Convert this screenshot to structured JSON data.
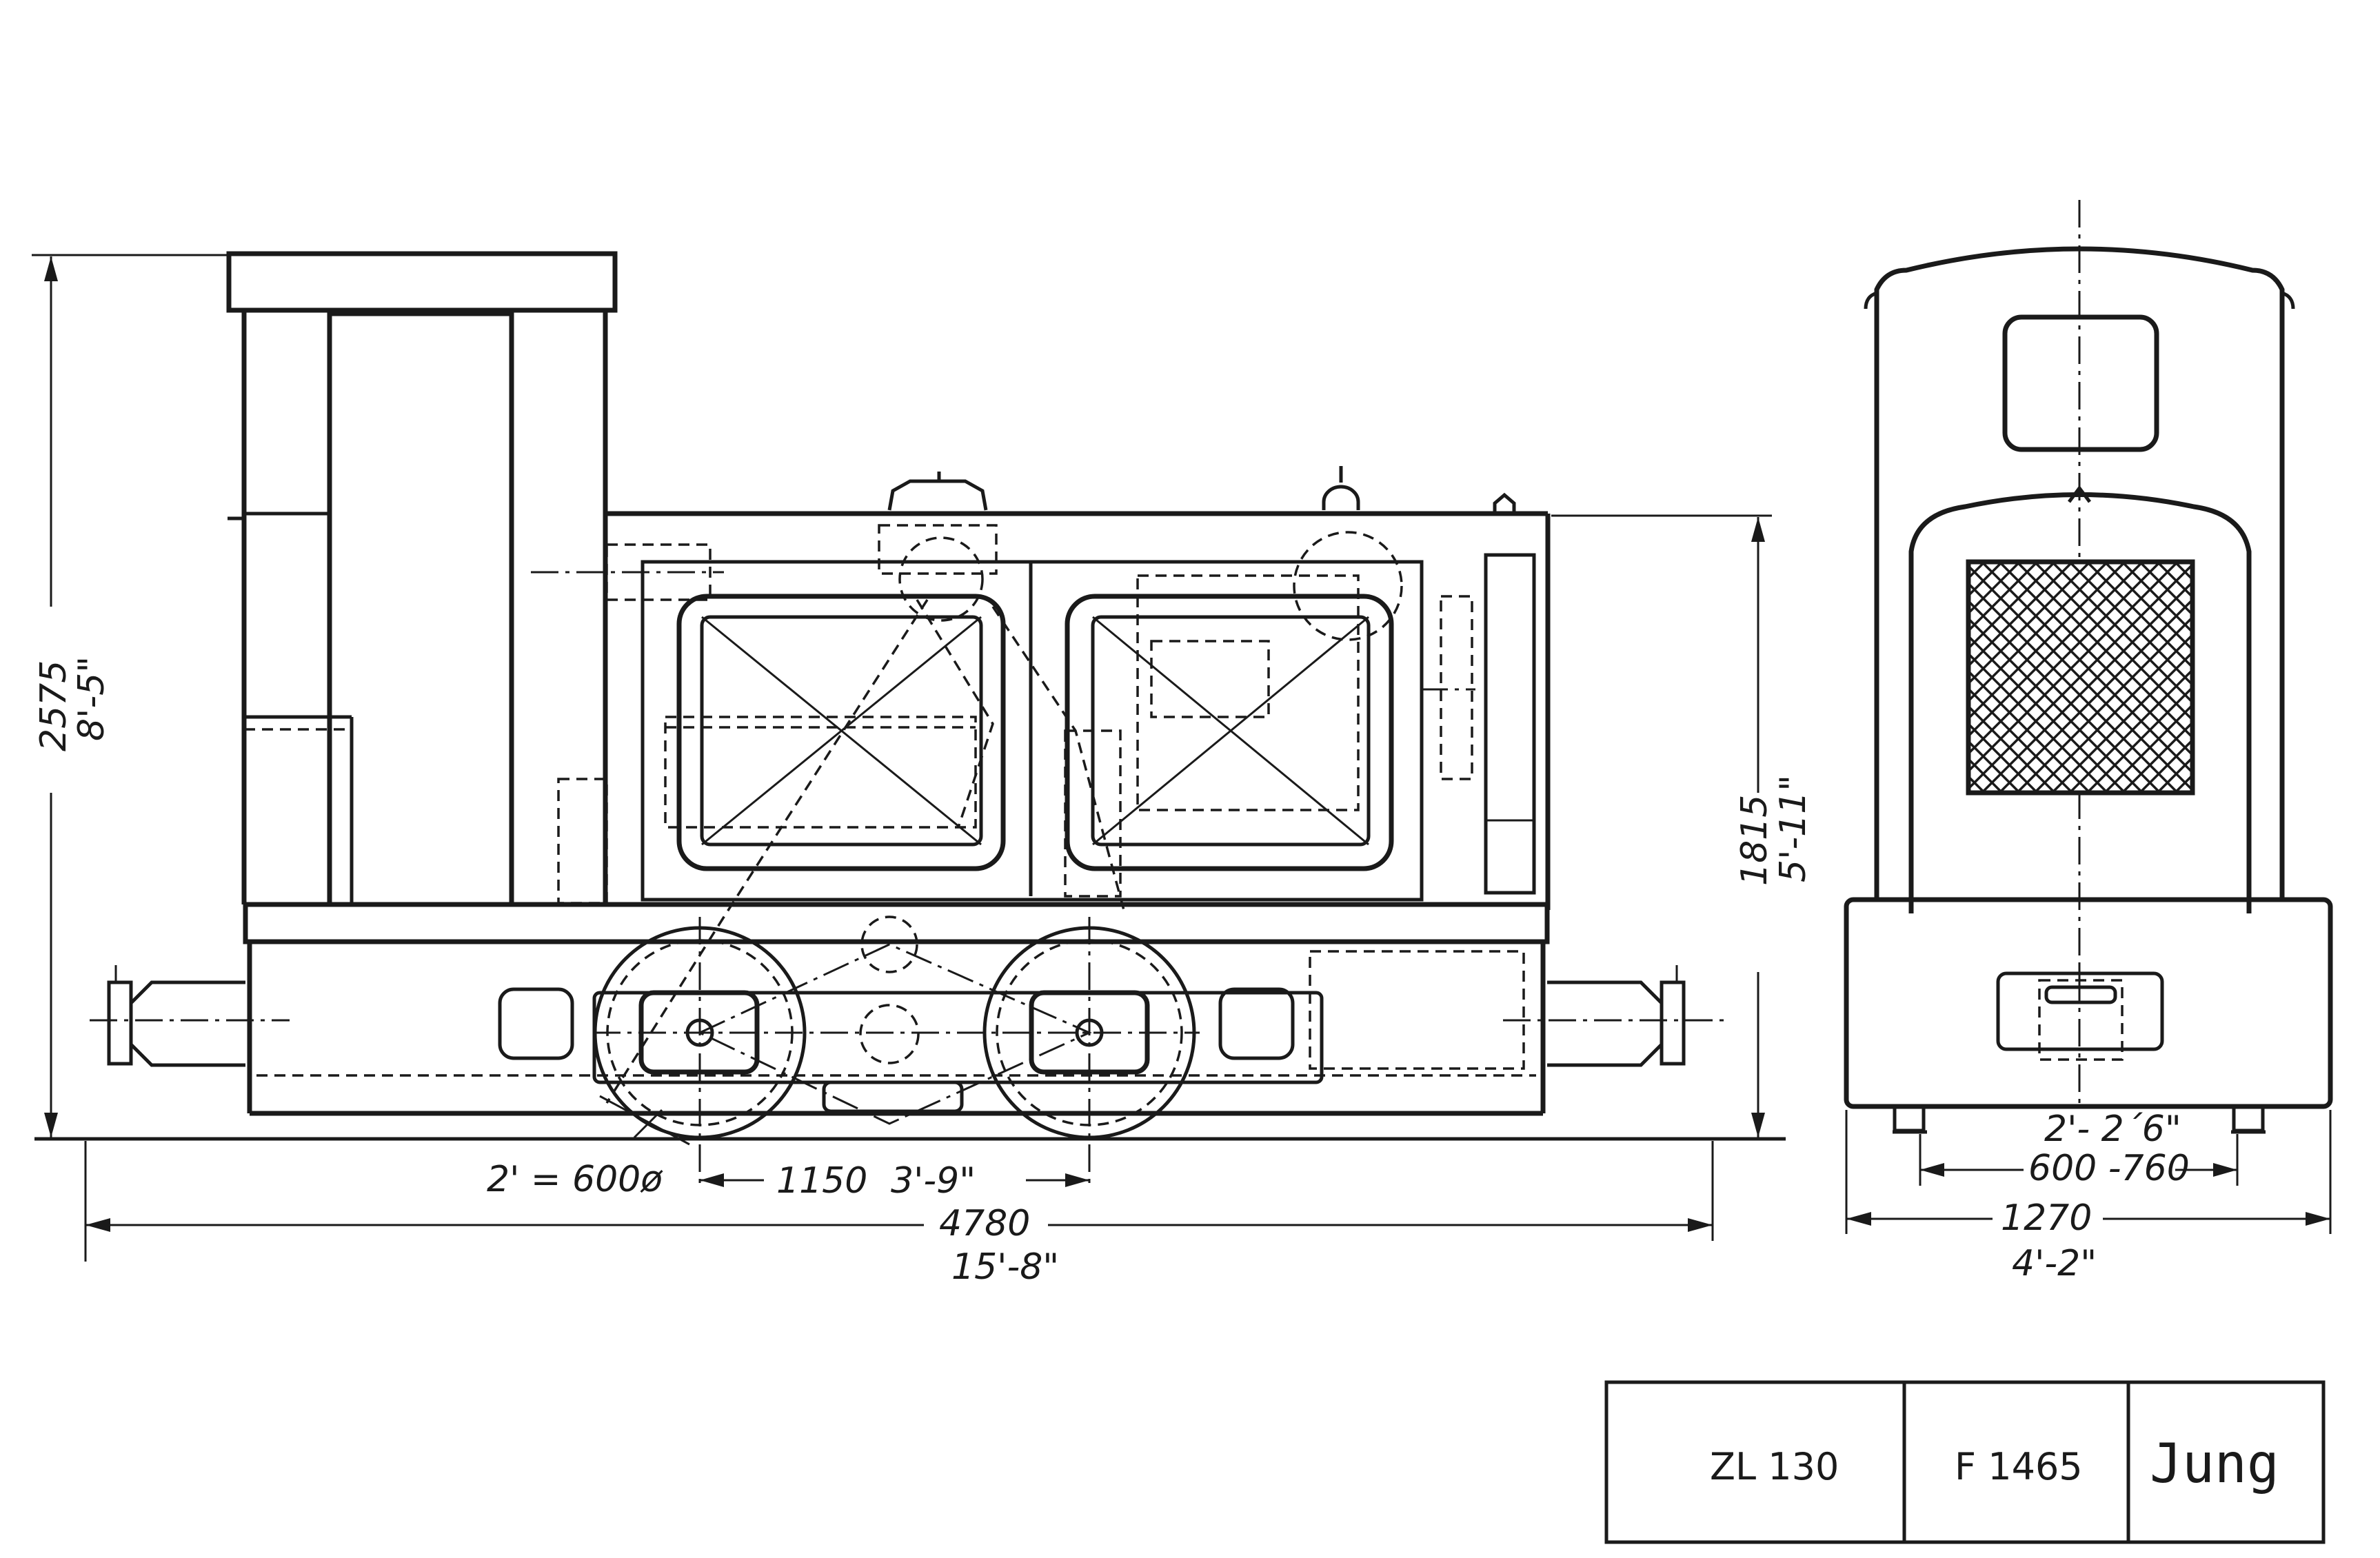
{
  "side_view": {
    "overall_height_mm": "2575",
    "overall_height_ft": "8'-5\"",
    "body_height_mm": "1815",
    "body_height_ft": "5'-11\"",
    "wheel_spec": "2' = 600ø",
    "wheelbase_mm": "1150",
    "wheelbase_ft": "3'-9\"",
    "overall_length_mm": "4780",
    "overall_length_ft": "15'-8\""
  },
  "end_view": {
    "gauge_ft": "2'- 2´6\"",
    "gauge_mm": "600 -760",
    "width_mm": "1270",
    "width_ft": "4'-2\""
  },
  "title_block": {
    "model": "ZL 130",
    "number": "F 1465",
    "maker": "Jung"
  }
}
